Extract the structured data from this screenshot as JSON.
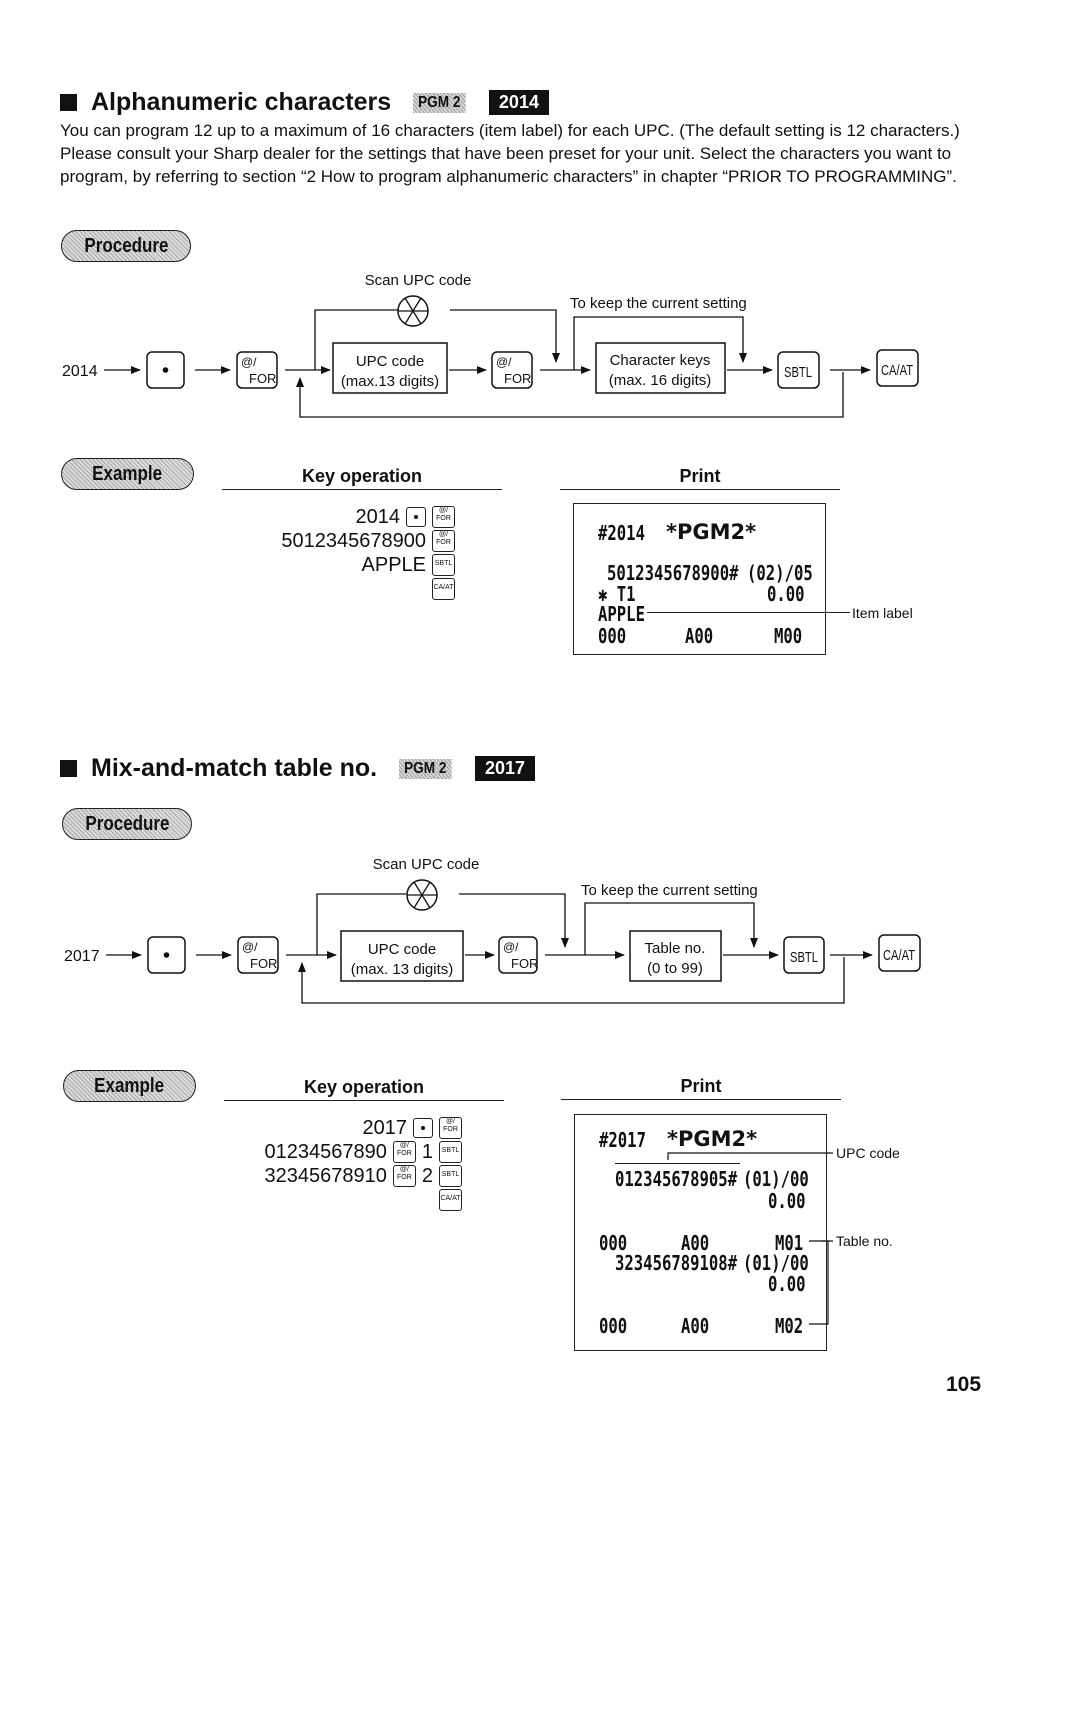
{
  "section1": {
    "title": "Alphanumeric characters",
    "mode_badge": "PGM 2",
    "code_badge": "2014",
    "paragraph": "You can program 12 up to a maximum of 16 characters (item label) for each UPC.  (The default setting is 12 characters.)  Please consult your Sharp dealer for the settings that have been preset for your unit.  Select the characters you want to program, by referring to section “2  How to program alphanumeric characters” in chapter “PRIOR TO PROGRAMMING”.",
    "procedure_label": "Procedure",
    "diagram": {
      "start_code": "2014",
      "scan_label": "Scan UPC code",
      "keep_label": "To keep the current setting",
      "box1_line1": "UPC code",
      "box1_line2": "(max.13 digits)",
      "box2_line1": "Character keys",
      "box2_line2": "(max. 16 digits)",
      "key_for_top": "@/",
      "key_for_bottom": "FOR",
      "key_sbtl": "SBTL",
      "key_caat": "CA/AT"
    },
    "example_label": "Example",
    "key_operation_header": "Key operation",
    "print_header": "Print",
    "key_operations": [
      {
        "text": "2014",
        "keys": [
          "dot",
          "@/FOR"
        ]
      },
      {
        "text": "5012345678900",
        "keys": [
          "@/FOR"
        ]
      },
      {
        "text": "APPLE",
        "keys": [
          "SBTL"
        ]
      },
      {
        "text": "",
        "keys": [
          "CA/AT"
        ]
      }
    ],
    "receipt": {
      "header_code": "#2014",
      "header_mode": "*PGM2*",
      "upc_line": "5012345678900#",
      "upc_suffix": "(02)/05",
      "tax_line": "✱ T1",
      "price": "0.00",
      "label_line": "APPLE",
      "foot_1": "000",
      "foot_2": "A00",
      "foot_3": "M00"
    },
    "annotation_item_label": "Item label"
  },
  "section2": {
    "title": "Mix-and-match table no.",
    "mode_badge": "PGM 2",
    "code_badge": "2017",
    "procedure_label": "Procedure",
    "diagram": {
      "start_code": "2017",
      "scan_label": "Scan UPC code",
      "keep_label": "To keep the current setting",
      "box1_line1": "UPC code",
      "box1_line2": "(max. 13 digits)",
      "box2_line1": "Table no.",
      "box2_line2": "(0 to 99)",
      "key_for_top": "@/",
      "key_for_bottom": "FOR",
      "key_sbtl": "SBTL",
      "key_caat": "CA/AT"
    },
    "example_label": "Example",
    "key_operation_header": "Key operation",
    "print_header": "Print",
    "key_operations": [
      {
        "text": "2017",
        "keys": [
          "dot",
          "@/FOR"
        ]
      },
      {
        "text": "01234567890",
        "keys": [
          "@/FOR"
        ],
        "after": "1",
        "keys_after": [
          "SBTL"
        ]
      },
      {
        "text": "32345678910",
        "keys": [
          "@/FOR"
        ],
        "after": "2",
        "keys_after": [
          "SBTL"
        ]
      },
      {
        "text": "",
        "keys": [
          "CA/AT"
        ]
      }
    ],
    "receipt": {
      "header_code": "#2017",
      "header_mode": "*PGM2*",
      "upc_line_1": "012345678905#",
      "upc_suffix_1": "(01)/00",
      "price_1": "0.00",
      "foot1_1": "000",
      "foot1_2": "A00",
      "foot1_3": "M01",
      "upc_line_2": "323456789108#",
      "upc_suffix_2": "(01)/00",
      "price_2": "0.00",
      "foot2_1": "000",
      "foot2_2": "A00",
      "foot2_3": "M02"
    },
    "annotation_upc": "UPC code",
    "annotation_table": "Table no."
  },
  "page_number": "105"
}
